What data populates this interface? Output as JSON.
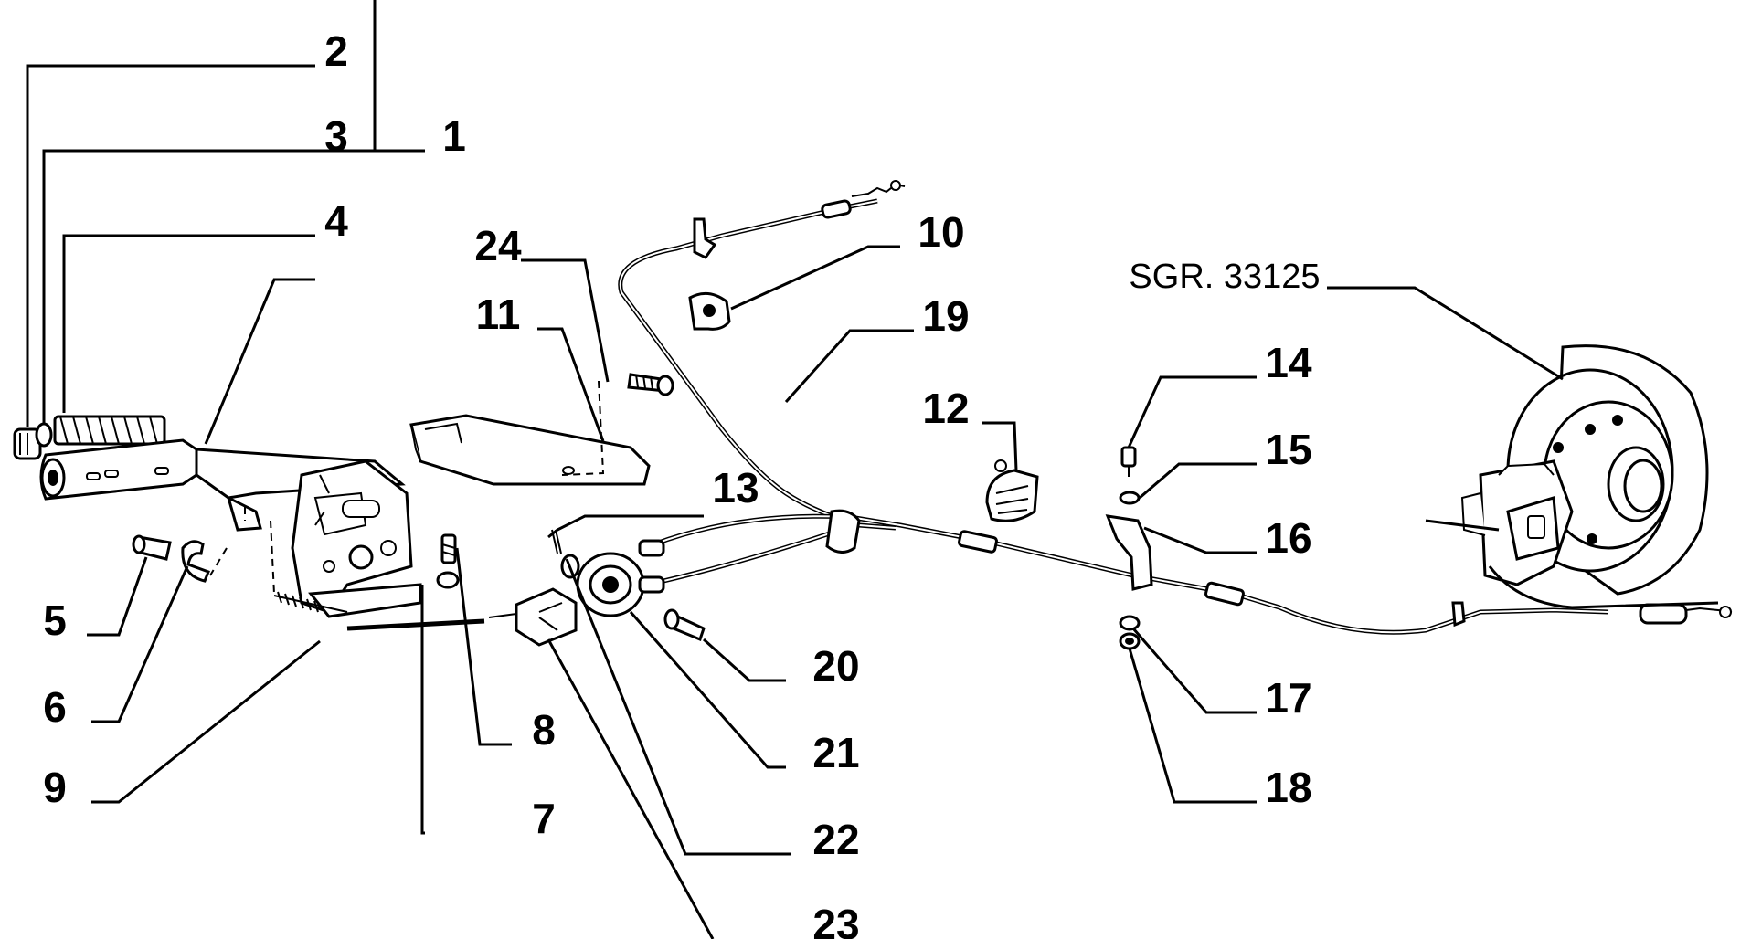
{
  "callouts": {
    "c1": "1",
    "c2": "2",
    "c3": "3",
    "c4": "4",
    "c5": "5",
    "c6": "6",
    "c7": "7",
    "c8": "8",
    "c9": "9",
    "c10": "10",
    "c11": "11",
    "c12": "12",
    "c13": "13",
    "c14": "14",
    "c15": "15",
    "c16": "16",
    "c17": "17",
    "c18": "18",
    "c19": "19",
    "c20": "20",
    "c21": "21",
    "c22": "22",
    "c23": "23",
    "c24": "24"
  },
  "reference": "SGR. 33125"
}
